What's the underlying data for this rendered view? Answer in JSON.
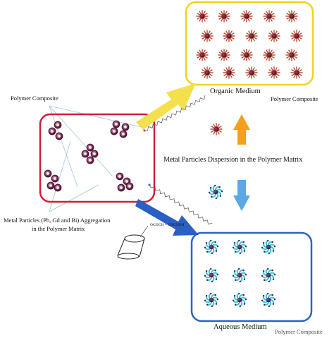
{
  "labels": {
    "polymer_composite_left": "Polymer Composite",
    "organic_medium": "Organic Medium",
    "polymer_composite_right": "Polymer Composite",
    "dispersion": "Metal Particles Dispersion in the Polymer Matrix",
    "aggregation_line1": "Metal Particles (Pb, Gd and Bi) Aggregation",
    "aggregation_line2": "in the Polymer Matrix",
    "cone_formula": "OCOCH = CHCOOH",
    "aqueous_medium": "Aqueous Medium",
    "polymer_composite_bottom": "Polymer Composite"
  },
  "colors": {
    "left_box_border": "#d0203a",
    "organic_box_border": "#f2d21e",
    "aqueous_box_border": "#2b63c8",
    "arrow_yellow": "#f4e04c",
    "arrow_orange": "#f5a01a",
    "arrow_blue": "#2a5fc4",
    "arrow_light_blue": "#5aa8e6",
    "particle_dark": "#5a1030",
    "particle_ray": "#c24a2a",
    "micelle_cyan": "#4bbfd6"
  },
  "icons": {
    "aggregate_cluster": "dark-purple-particle-cluster",
    "dispersed_particle": "star-coated-particle",
    "micelle": "pinwheel-micelle",
    "surfactant_chain": "zigzag-chain",
    "container": "beaker-cone"
  }
}
